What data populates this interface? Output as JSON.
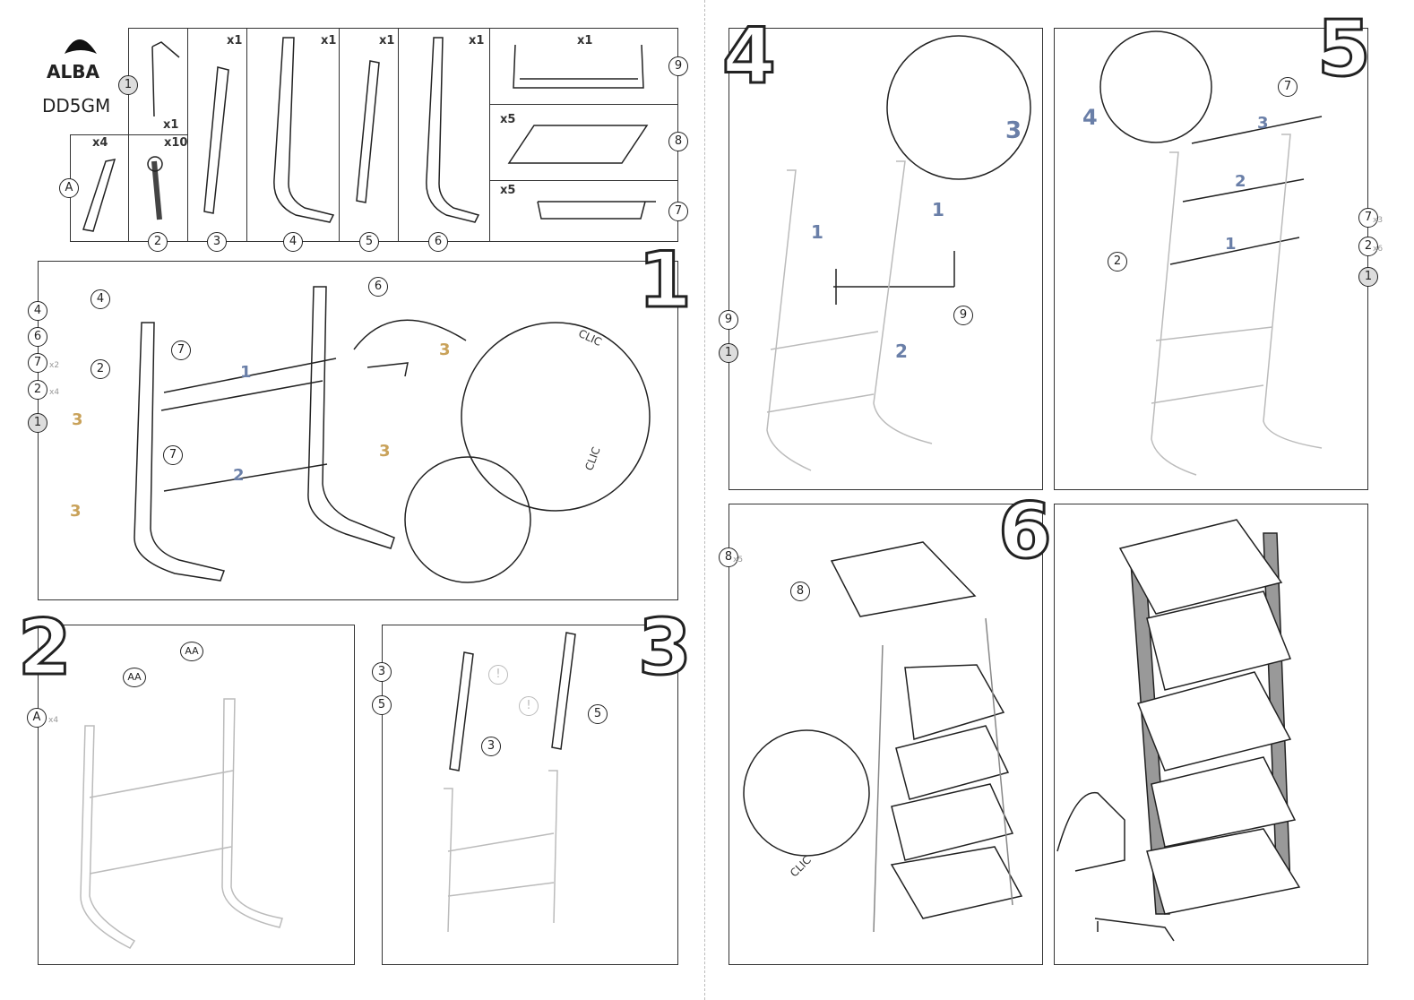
{
  "brand": {
    "logo_text": "ALBA",
    "model": "DD5GM"
  },
  "parts": [
    {
      "id": "1",
      "qty": "x1"
    },
    {
      "id": "A",
      "qty": "x4"
    },
    {
      "id": "2",
      "qty": "x10"
    },
    {
      "id": "3",
      "qty": "x1"
    },
    {
      "id": "4",
      "qty": "x1"
    },
    {
      "id": "5",
      "qty": "x1"
    },
    {
      "id": "6",
      "qty": "x1"
    },
    {
      "id": "9",
      "qty": "x1"
    },
    {
      "id": "8",
      "qty": "x5"
    },
    {
      "id": "7",
      "qty": "x5"
    }
  ],
  "steps": {
    "s1": {
      "number": "1",
      "side": [
        "4",
        "6",
        "7",
        "2",
        "1"
      ],
      "side_qty": {
        "7": "x2",
        "2": "x4"
      },
      "labels": [
        "4",
        "6",
        "2",
        "7",
        "7"
      ],
      "arrows": [
        "1",
        "2",
        "3",
        "3",
        "3",
        "3"
      ],
      "clic": "CLIC"
    },
    "s2": {
      "number": "2",
      "side": [
        "A"
      ],
      "side_qty": "x4",
      "labels": [
        "AA",
        "AA"
      ]
    },
    "s3": {
      "number": "3",
      "side": [
        "3",
        "5"
      ],
      "labels": [
        "3",
        "5"
      ],
      "warn": "!"
    },
    "s4": {
      "number": "4",
      "side": [
        "9",
        "1"
      ],
      "labels": [
        "9"
      ],
      "arrows": [
        "1",
        "1",
        "2",
        "3"
      ]
    },
    "s5": {
      "number": "5",
      "side": [
        "7",
        "2",
        "1"
      ],
      "side_qty": {
        "7": "x3",
        "2": "x6"
      },
      "labels": [
        "7",
        "2"
      ],
      "arrows": [
        "3",
        "2",
        "1",
        "4"
      ]
    },
    "s6": {
      "number": "6",
      "side": [
        "8"
      ],
      "side_qty": "x5",
      "labels": [
        "8"
      ],
      "clic": "CLIC"
    }
  }
}
